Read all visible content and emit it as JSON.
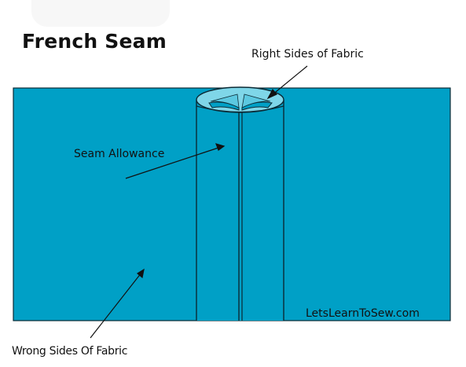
{
  "title": "French Seam",
  "labels": {
    "right_sides": "Right Sides of Fabric",
    "seam_allowance": "Seam Allowance",
    "wrong_sides": "Wrong Sides Of Fabric",
    "site": "LetsLearnToSew.com"
  },
  "colors": {
    "fabric": "#00a0c6",
    "fabric_light": "#7fd6e8",
    "outline": "#0b2a35",
    "text": "#111111"
  }
}
